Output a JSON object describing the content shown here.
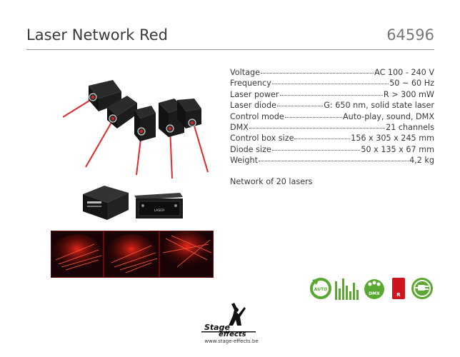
{
  "header": {
    "title": "Laser Network Red",
    "code": "64596"
  },
  "specs": [
    {
      "label": "Voltage",
      "value": "AC 100 - 240 V"
    },
    {
      "label": "Frequency",
      "value": "50 ~ 60 Hz"
    },
    {
      "label": "Laser power",
      "value": "R > 300 mW"
    },
    {
      "label": "Laser diode",
      "value": "G: 650 nm, solid state laser"
    },
    {
      "label": "Control mode",
      "value": "Auto-play, sound, DMX"
    },
    {
      "label": "DMX",
      "value": "21 channels"
    },
    {
      "label": "Control box size",
      "value": "156 x 305 x 245 mm"
    },
    {
      "label": "Diode size",
      "value": "50 x 135 x 67 mm"
    },
    {
      "label": "Weight",
      "value": "4,2 kg"
    }
  ],
  "note": "Network of 20 lasers",
  "feature_icons": [
    {
      "name": "auto-mode-icon",
      "text": "AUTO",
      "color": "#5aa832"
    },
    {
      "name": "sound-control-icon",
      "text": "",
      "color": "#5aa832"
    },
    {
      "name": "dmx-icon",
      "text": "DMX",
      "color": "#5aa832"
    },
    {
      "name": "red-laser-icon",
      "text": "R",
      "color": "#d0141c"
    },
    {
      "name": "power-plug-icon",
      "text": "",
      "color": "#5aa832"
    }
  ],
  "controller": {
    "panel_text": "LASER"
  },
  "brand": {
    "line1": "Stage",
    "line2": "effects",
    "url": "www.stage-effects.be"
  }
}
